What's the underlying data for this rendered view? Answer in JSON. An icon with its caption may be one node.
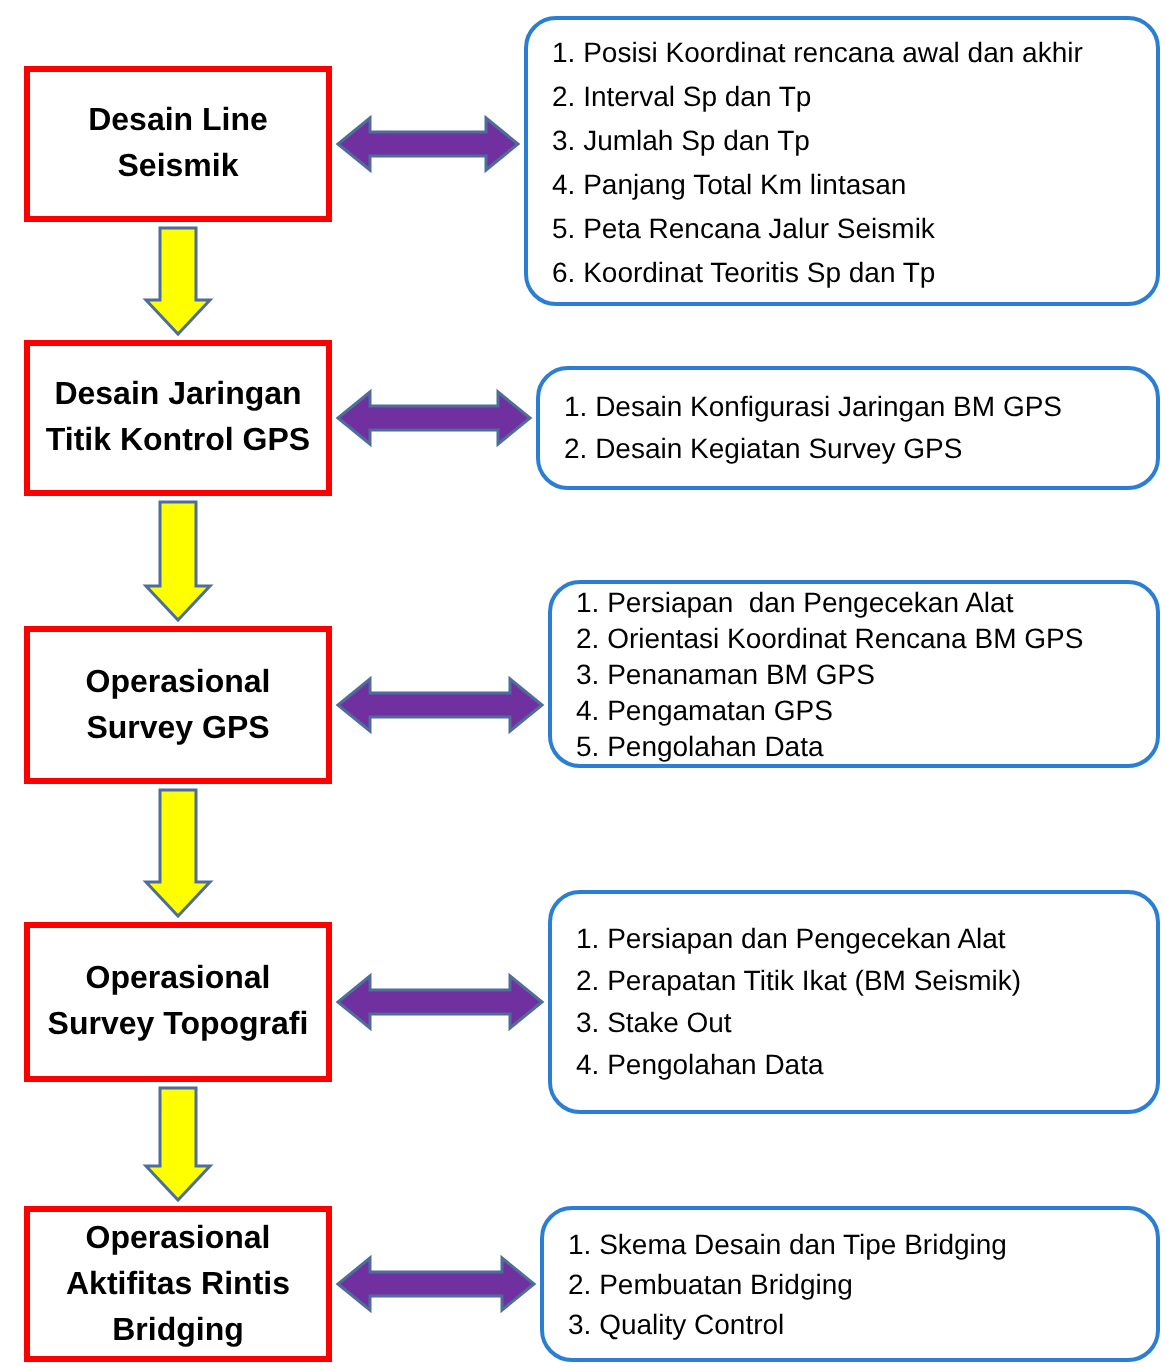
{
  "diagram": {
    "nodes": [
      {
        "text": [
          "Desain Line Seismik"
        ]
      },
      {
        "text": [
          "1. Posisi Koordinat rencana awal dan akhir",
          "2. Interval Sp dan Tp",
          "3. Jumlah Sp dan Tp",
          "4. Panjang Total Km lintasan",
          "5. Peta Rencana Jalur Seismik",
          "6. Koordinat Teoritis Sp dan Tp"
        ]
      },
      {
        "text": [
          "Desain Jaringan Titik Kontrol GPS"
        ]
      },
      {
        "text": [
          "1. Desain Konfigurasi Jaringan BM GPS",
          "2. Desain Kegiatan Survey GPS"
        ]
      },
      {
        "text": [
          "Operasional Survey GPS"
        ]
      },
      {
        "text": [
          "1. Persiapan  dan Pengecekan Alat",
          "2. Orientasi Koordinat Rencana BM GPS",
          "3. Penanaman BM GPS",
          "4. Pengamatan GPS",
          "5. Pengolahan Data"
        ]
      },
      {
        "text": [
          "Operasional Survey Topografi"
        ]
      },
      {
        "text": [
          "1. Persiapan dan Pengecekan Alat",
          "2. Perapatan Titik Ikat (BM Seismik)",
          "3. Stake Out",
          "4. Pengolahan Data"
        ]
      },
      {
        "text": [
          "Operasional Aktifitas Rintis Bridging"
        ]
      },
      {
        "text": [
          "1. Skema Desain dan Tipe Bridging",
          "2. Pembuatan Bridging",
          "3. Quality Control"
        ]
      }
    ],
    "edges": [
      {
        "from": 0,
        "to": 1,
        "arrow": "both"
      },
      {
        "from": 0,
        "to": 2,
        "arrow": "to",
        "style": "thick",
        "color": "#ffff00"
      },
      {
        "from": 2,
        "to": 3,
        "arrow": "both"
      },
      {
        "from": 2,
        "to": 4,
        "arrow": "to",
        "style": "thick",
        "color": "#ffff00"
      },
      {
        "from": 4,
        "to": 5,
        "arrow": "both"
      },
      {
        "from": 4,
        "to": 6,
        "arrow": "to",
        "style": "thick",
        "color": "#ffff00"
      },
      {
        "from": 6,
        "to": 7,
        "arrow": "both"
      },
      {
        "from": 6,
        "to": 8,
        "arrow": "to",
        "style": "thick",
        "color": "#ffff00"
      },
      {
        "from": 8,
        "to": 9,
        "arrow": "both"
      }
    ]
  }
}
